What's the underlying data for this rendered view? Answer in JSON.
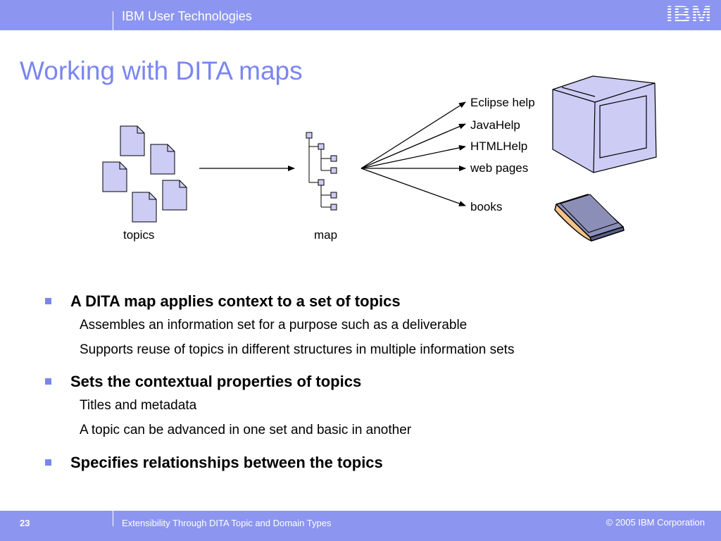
{
  "header": {
    "org": "IBM User Technologies",
    "logo": "IBM",
    "color": "#8c96f0"
  },
  "title": "Working with DITA maps",
  "diagram": {
    "topics_label": "topics",
    "map_label": "map",
    "outputs": [
      "Eclipse help",
      "JavaHelp",
      "HTMLHelp",
      "web pages",
      "books"
    ],
    "icons": [
      "document-icon",
      "map-tree-icon",
      "monitor-icon",
      "book-icon"
    ]
  },
  "bullets": [
    {
      "text": "A DITA map applies context to a set of topics",
      "sub": [
        "Assembles an information set for a purpose such as a deliverable",
        "Supports reuse of topics in different structures in multiple information sets"
      ]
    },
    {
      "text": "Sets the contextual properties of topics",
      "sub": [
        "Titles and metadata",
        "A topic can be advanced in one set and basic in another"
      ]
    },
    {
      "text": "Specifies relationships between the topics",
      "sub": []
    }
  ],
  "footer": {
    "page_number": "23",
    "title": "Extensibility Through DITA Topic and Domain Types",
    "copyright": "© 2005 IBM Corporation"
  }
}
